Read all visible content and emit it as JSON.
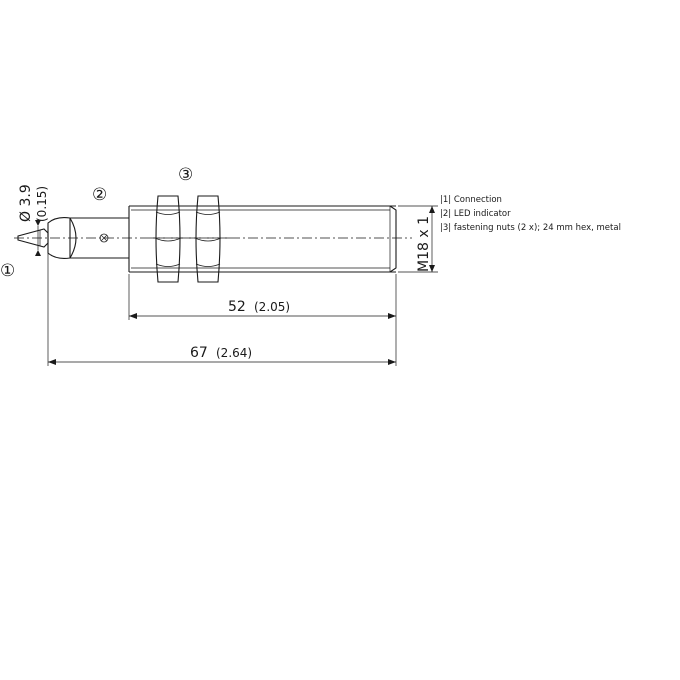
{
  "callouts": {
    "one": "①",
    "two": "②",
    "three": "③"
  },
  "dimensions": {
    "cable_dia": "Ø 3.9",
    "cable_dia_in": "(0.15)",
    "length_body": "52",
    "length_body_in": "(2.05)",
    "length_total": "67",
    "length_total_in": "(2.64)",
    "thread": "M18 x 1"
  },
  "legend": [
    "|1| Connection",
    "|2| LED indicator",
    "|3| fastening nuts (2 x); 24 mm hex, metal"
  ]
}
